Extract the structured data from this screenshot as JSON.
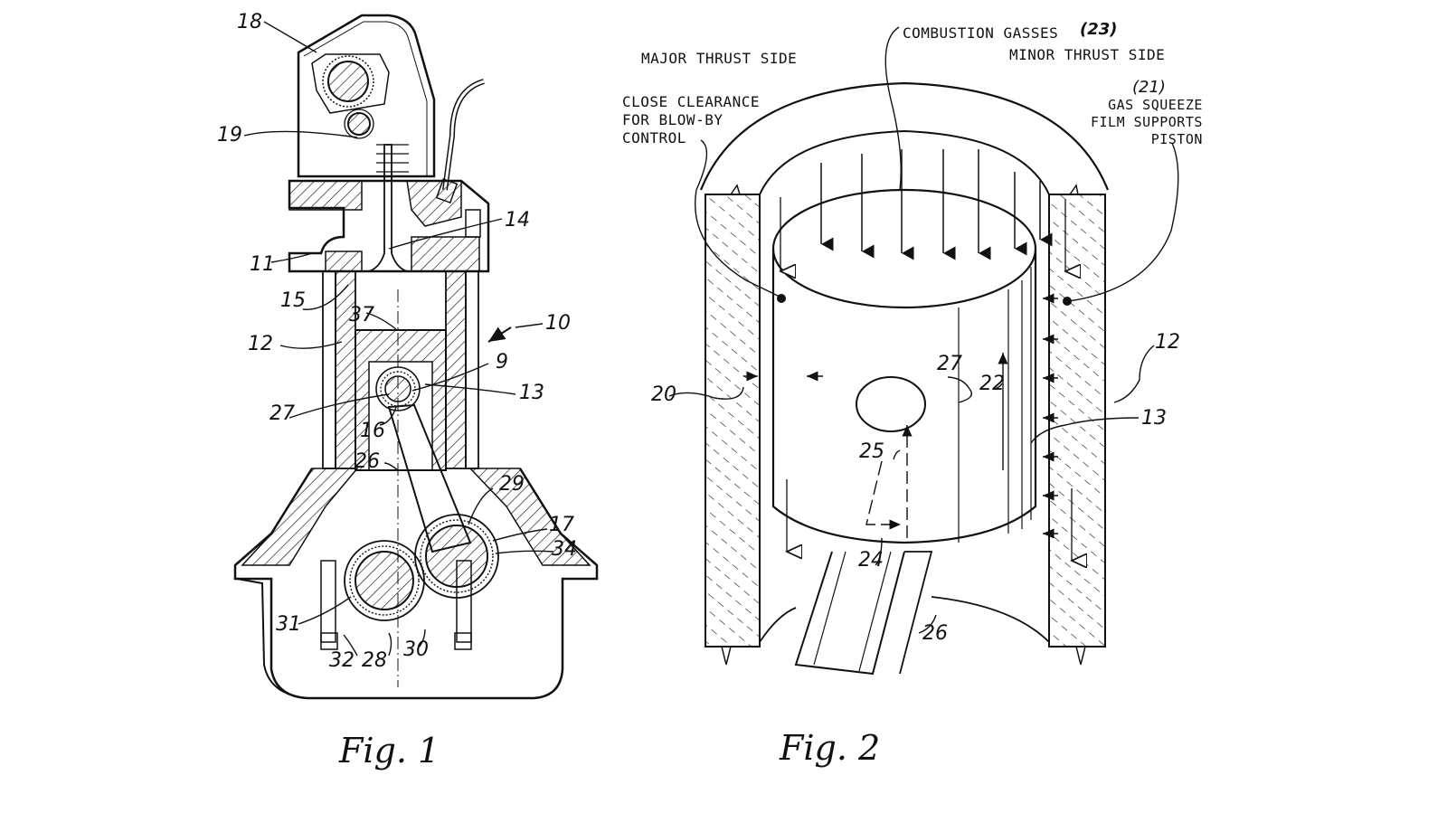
{
  "figures": [
    {
      "id": "fig1",
      "caption": "Fig. 1",
      "description": "Engine cross-section",
      "reference_labels": {
        "r18": "18",
        "r19": "19",
        "r14": "14",
        "r11": "11",
        "r15": "15",
        "r37": "37",
        "r12": "12",
        "r10": "10",
        "r9": "9",
        "r13": "13",
        "r27": "27",
        "r16": "16",
        "r26": "26",
        "r29": "29",
        "r17": "17",
        "r34": "34",
        "r31": "31",
        "r32": "32",
        "r28": "28",
        "r30": "30"
      }
    },
    {
      "id": "fig2",
      "caption": "Fig. 2",
      "description": "Piston in cylinder with gas squeeze film",
      "annotations": {
        "combustion": "COMBUSTION GASSES",
        "combustion_ref": "(23)",
        "major_thrust": "MAJOR THRUST SIDE",
        "minor_thrust": "MINOR THRUST SIDE",
        "close_clearance": "CLOSE CLEARANCE\nFOR BLOW-BY\nCONTROL",
        "gas_squeeze_ref": "(21)",
        "gas_squeeze": "GAS SQUEEZE\nFILM SUPPORTS\n  PISTON"
      },
      "reference_labels": {
        "r20": "20",
        "r27": "27",
        "r22": "22",
        "r12": "12",
        "r13": "13",
        "r25": "25",
        "r24": "24",
        "r26": "26"
      }
    }
  ]
}
